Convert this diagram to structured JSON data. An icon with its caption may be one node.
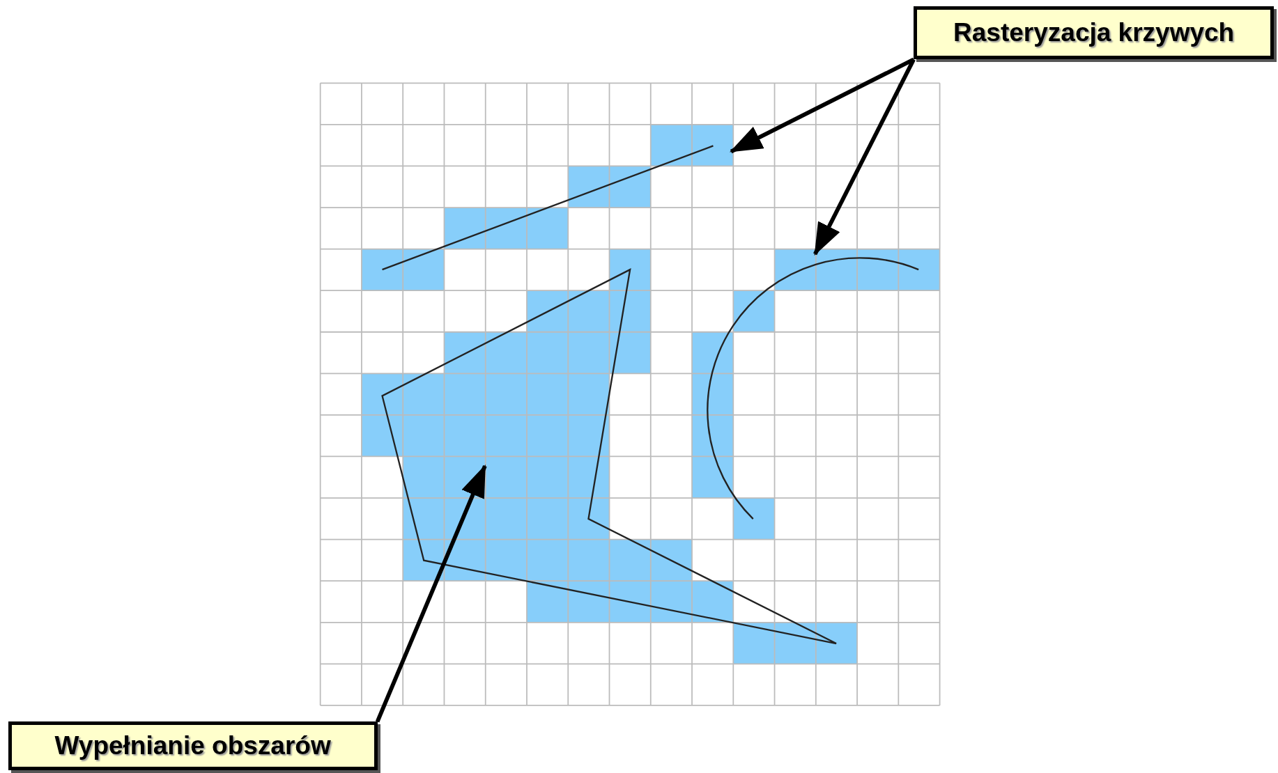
{
  "diagram": {
    "nodes": [
      {
        "text": [
          "Rasteryzacja krzywych"
        ]
      },
      {
        "text": [],
        "shape": "line"
      },
      {
        "text": [],
        "shape": "arc"
      },
      {
        "text": [],
        "shape": "polygon"
      },
      {
        "text": [
          "Wypełnianie obszarów"
        ]
      }
    ],
    "edges": [
      {
        "from": 0,
        "to": 1,
        "arrow": "to"
      },
      {
        "from": 0,
        "to": 2,
        "arrow": "to"
      },
      {
        "from": 4,
        "to": 3,
        "arrow": "to"
      }
    ]
  }
}
